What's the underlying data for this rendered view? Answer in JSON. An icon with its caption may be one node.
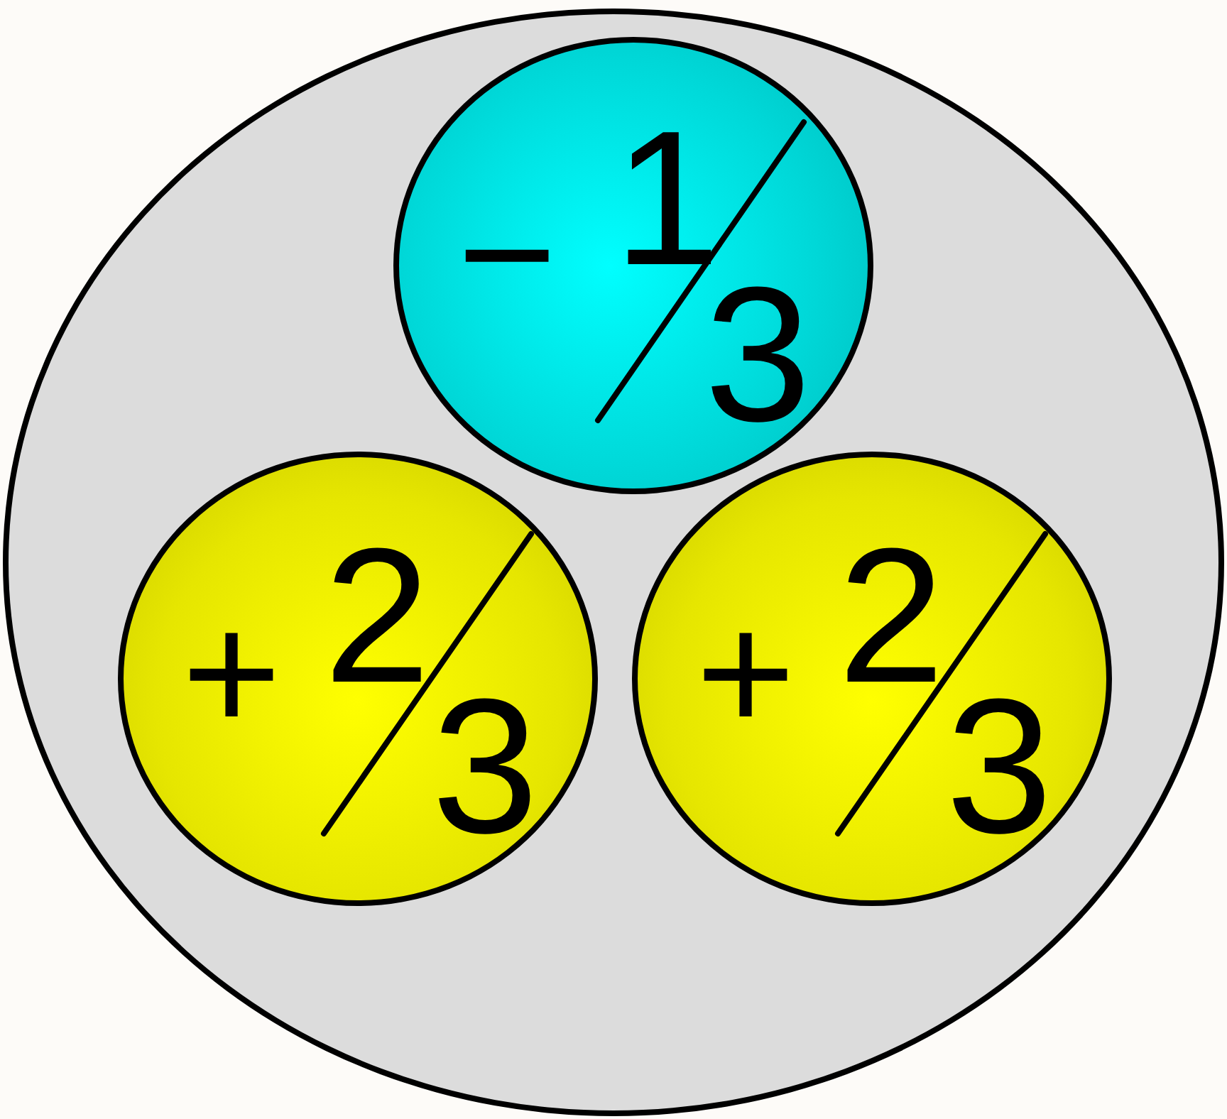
{
  "diagram": {
    "nodes": [
      {
        "text": [],
        "shape": "circle"
      },
      {
        "text": [
          "−",
          "1",
          "3"
        ],
        "in": 0
      },
      {
        "text": [
          "+",
          "2",
          "3"
        ],
        "in": 0
      },
      {
        "text": [
          "+",
          "2",
          "3"
        ],
        "in": 0
      }
    ]
  }
}
